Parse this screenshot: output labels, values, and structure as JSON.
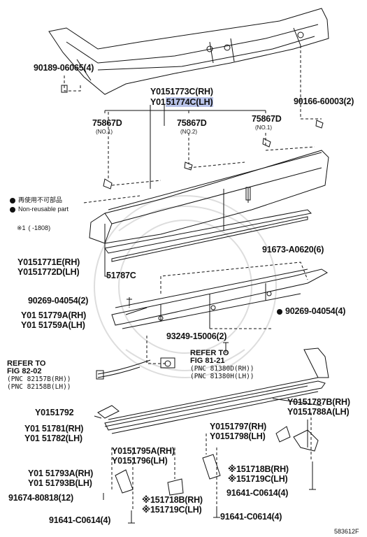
{
  "diagram_code": "583612F",
  "legend": {
    "jp": "再使用不可部品",
    "en": "Non-reusable part",
    "note_mark": "※1",
    "note_text": "( -1808)"
  },
  "parts": {
    "p90189": "90189-06065(4)",
    "p51773": "Y0151773C(RH)",
    "p51774_prefix": "Y01",
    "p51774_highlight": "51774C(LH)",
    "p90166": "90166-60003(2)",
    "p75867_a": "75867D",
    "p75867_a_sub": "(NO.1)",
    "p75867_b": "75867D",
    "p75867_b_sub": "(NO.2)",
    "p75867_c": "75867D",
    "p75867_c_sub": "(NO.1)",
    "p51771": "Y0151771E(RH)",
    "p51772": "Y0151772D(LH)",
    "p51787c": "51787C",
    "p91673": "91673-A0620(6)",
    "p90269_a": "90269-04054(2)",
    "p51779": "Y01 51779A(RH)",
    "p51759": "Y01 51759A(LH)",
    "p90269_b": "90269-04054(4)",
    "p93249": "93249-15006(2)",
    "p51787b": "Y0151787B(RH)",
    "p51788": "Y0151788A(LH)",
    "p51792": "Y0151792",
    "p51781": "Y01 51781(RH)",
    "p51782": "Y01 51782(LH)",
    "p51797": "Y0151797(RH)",
    "p51798": "Y0151798(LH)",
    "p51795": "Y0151795A(RH)",
    "p51796": "Y0151796(LH)",
    "p51718b_r": "※151718B(RH)",
    "p51719c_r": "※151719C(LH)",
    "p51793a": "Y01 51793A(RH)",
    "p51793b": "Y01 51793B(LH)",
    "p91674": "91674-80818(12)",
    "p91641_a": "91641-C0614(4)",
    "p51718b_l": "※151718B(RH)",
    "p51719c_l": "※151719C(LH)",
    "p91641_b": "91641-C0614(4)",
    "p91641_c": "91641-C0614(4)"
  },
  "refs": {
    "left_title": "REFER TO",
    "left_fig": "FIG 82-02",
    "left_pnc1": "(PNC 82157B(RH))",
    "left_pnc2": "(PNC 82158B(LH))",
    "right_title": "REFER TO",
    "right_fig": "FIG 81-21",
    "right_pnc1": "(PNC 81380D(RH))",
    "right_pnc2": "(PNC 81380H(LH))"
  }
}
